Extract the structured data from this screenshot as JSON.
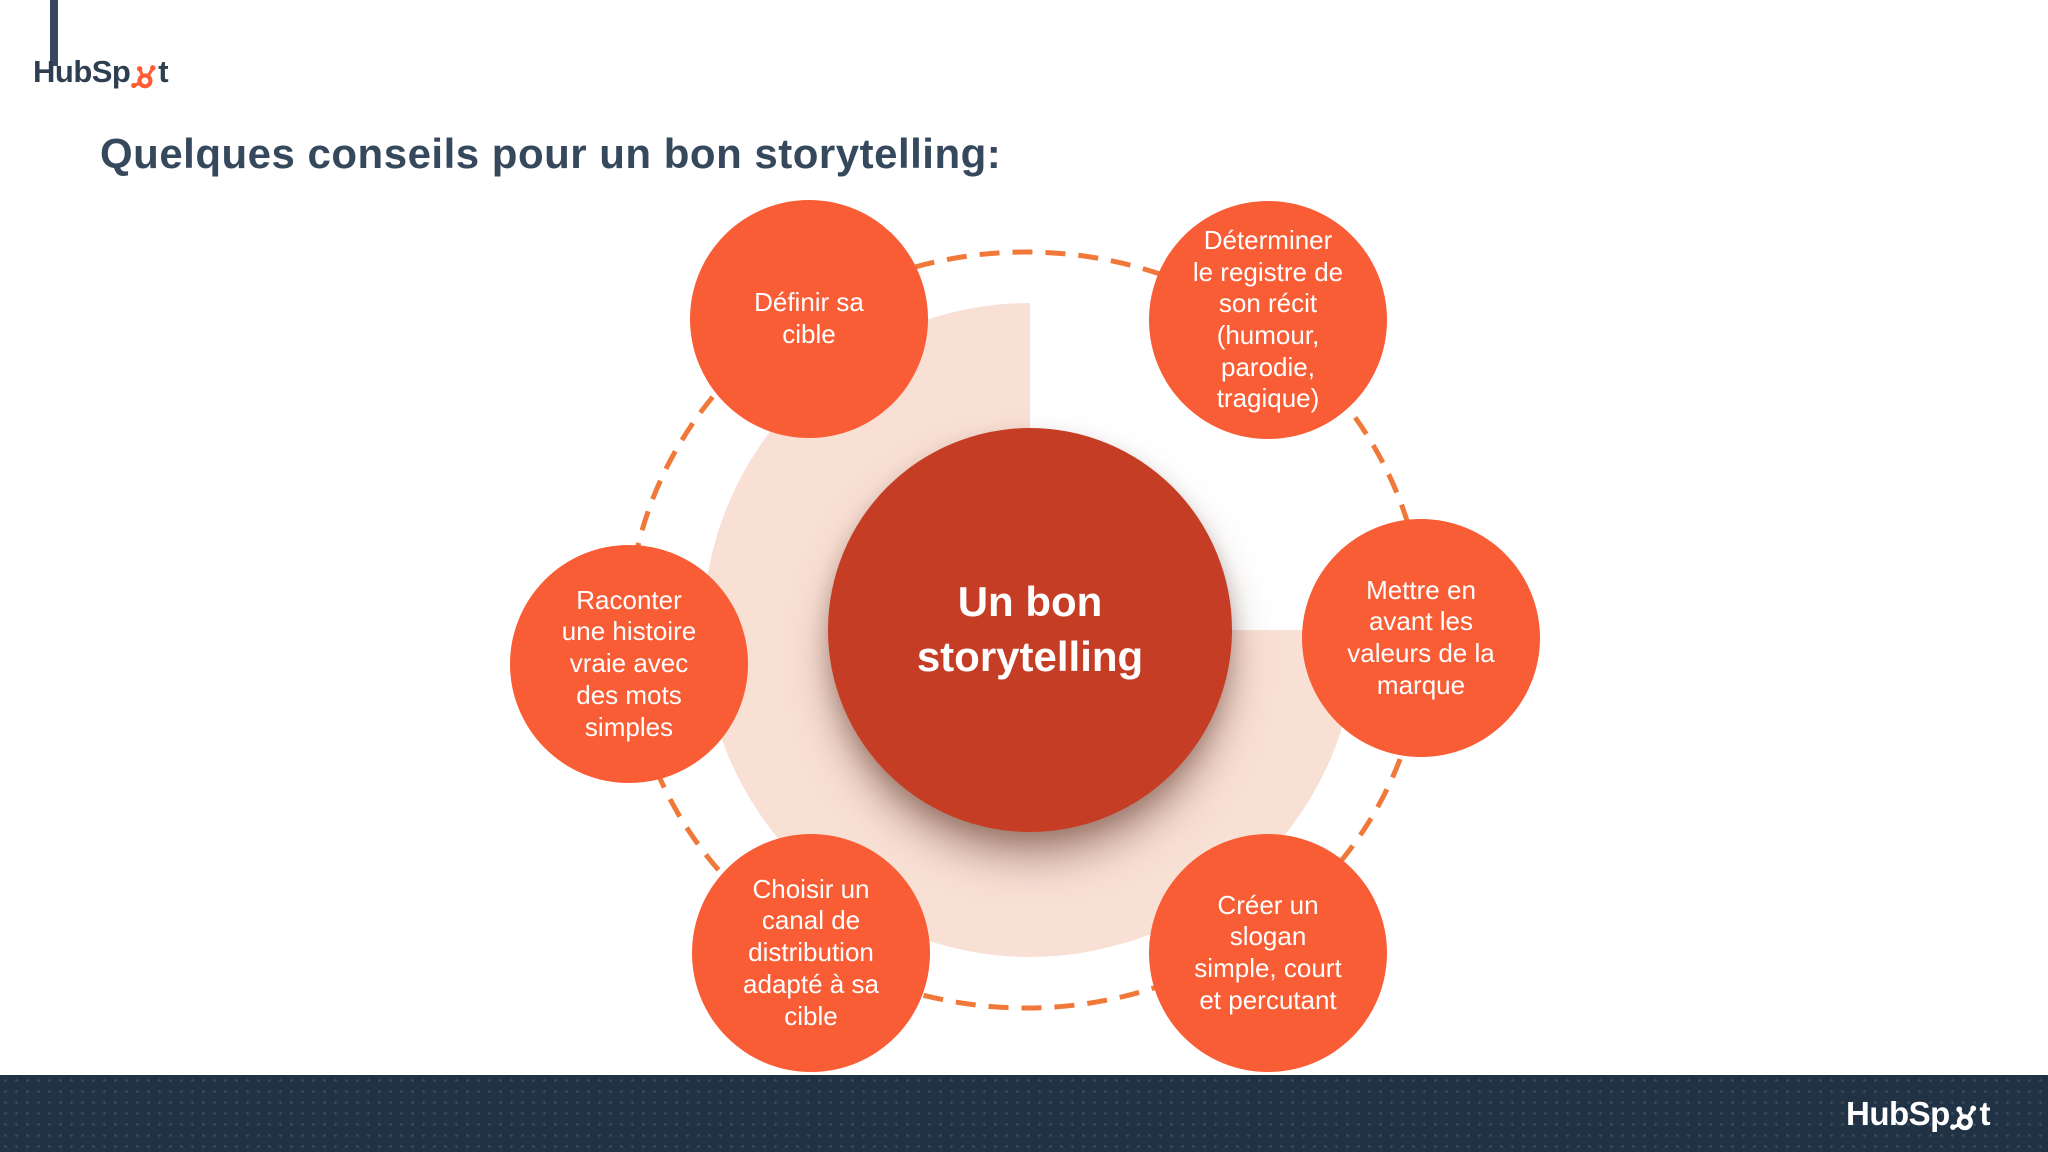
{
  "brand": {
    "name": "HubSpot",
    "word_prefix": "HubSp",
    "word_suffix": "t"
  },
  "title": "Quelques conseils pour un bon storytelling:",
  "diagram": {
    "center_label": "Un bon\nstorytelling",
    "satellites": [
      {
        "id": "definir-sa-cible",
        "label": "Définir sa\ncible"
      },
      {
        "id": "determiner-le-registre",
        "label": "Déterminer\nle registre de\nson récit\n(humour,\nparodie,\ntragique)"
      },
      {
        "id": "mettre-en-avant-valeurs",
        "label": "Mettre en\navant les\nvaleurs de la\nmarque"
      },
      {
        "id": "creer-un-slogan",
        "label": "Créer un\nslogan\nsimple, court\net percutant"
      },
      {
        "id": "choisir-un-canal",
        "label": "Choisir un\ncanal de\ndistribution\nadapté à sa\ncible"
      },
      {
        "id": "raconter-une-histoire",
        "label": "Raconter\nune histoire\nvraie avec\ndes mots\nsimples"
      }
    ]
  },
  "colors": {
    "accent_orange": "#ff5c35",
    "satellite_fill": "#f95d35",
    "center_fill": "#c53d24",
    "arc_peach": "#f9e0d5",
    "dash_stroke": "#f0793a",
    "heading_navy": "#36485c",
    "footer_bg": "#223245",
    "text_white": "#ffffff"
  }
}
